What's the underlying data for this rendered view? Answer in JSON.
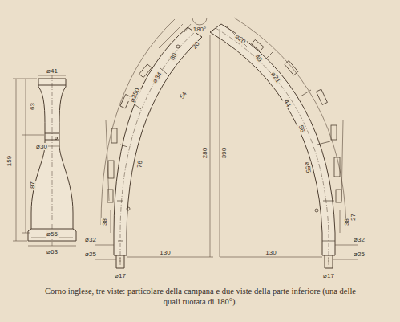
{
  "diagram": {
    "caption": "Corno inglese, tre viste: particolare della campana e due viste della parte inferiore (una delle quali ruotata di 180°).",
    "labels": [
      "180°",
      "⌀41",
      "63",
      "⌀30",
      "159",
      "87",
      "⌀55",
      "⌀63",
      "30",
      "20",
      "⌀34",
      "54",
      "⌀250",
      "76",
      "38",
      "⌀32",
      "⌀25",
      "⌀17",
      "130",
      "280",
      "⌀20",
      "40",
      "⌀21",
      "44",
      "56",
      "⌀55",
      "38",
      "⌀32",
      "⌀25",
      "⌀17",
      "130",
      "390",
      "27"
    ]
  }
}
